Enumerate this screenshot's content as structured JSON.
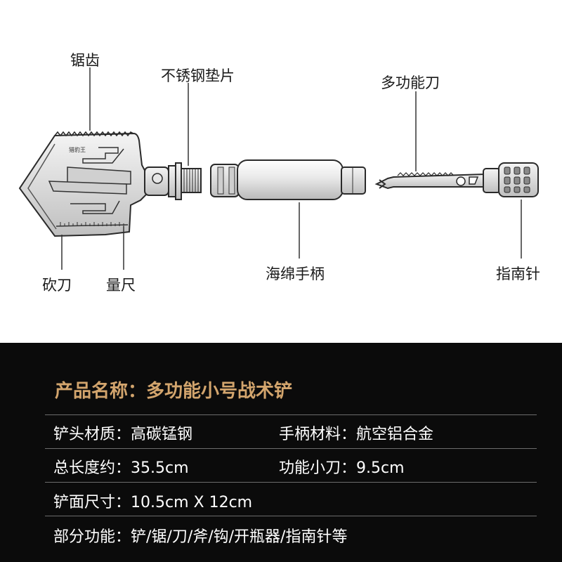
{
  "diagram": {
    "callouts": {
      "saw_teeth": "锯齿",
      "washer": "不锈钢垫片",
      "multitool_knife": "多功能刀",
      "chopper": "砍刀",
      "ruler": "量尺",
      "sponge_handle": "海绵手柄",
      "compass": "指南针"
    },
    "blade_engraving": "猎豹王"
  },
  "spec": {
    "product_title": "产品名称：多功能小号战术铲",
    "rows": [
      {
        "left": "铲头材质：高碳锰钢",
        "right": "手柄材料：航空铝合金"
      },
      {
        "left": "总长度约：35.5cm",
        "right": "功能小刀：9.5cm"
      },
      {
        "left": "铲面尺寸：10.5cm X 12cm"
      },
      {
        "left": "部分功能：铲/锯/刀/斧/钩/开瓶器/指南针等"
      }
    ]
  },
  "colors": {
    "title_gold": "#d3a56d",
    "panel_bg": "#0b0b0b",
    "text_white": "#ffffff",
    "divider_gray": "#6d6d6d"
  }
}
